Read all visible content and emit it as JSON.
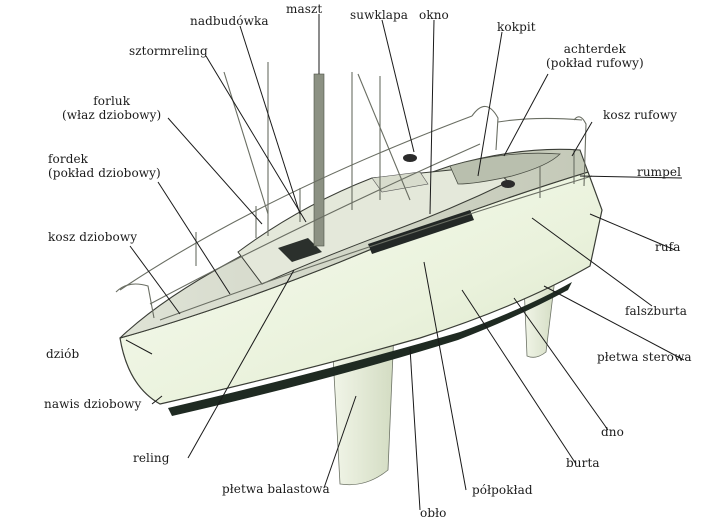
{
  "labels": {
    "maszt": "maszt",
    "nadbudowka": "nadbudówka",
    "suwklapa": "suwklapa",
    "okno": "okno",
    "kokpit": "kokpit",
    "sztormreling": "sztormreling",
    "achterdek_line1": "achterdek",
    "achterdek_line2": "(pokład rufowy)",
    "forluk_line1": "forluk",
    "forluk_line2": "(właz dziobowy)",
    "kosz_rufowy": "kosz rufowy",
    "fordek_line1": "fordek",
    "fordek_line2": "(pokład dziobowy)",
    "rumpel": "rumpel",
    "kosz_dziobowy": "kosz dziobowy",
    "rufa": "rufa",
    "falszburta": "falszburta",
    "dziob": "dziób",
    "pletwa_sterowa": "płetwa sterowa",
    "nawis_dziobowy": "nawis dziobowy",
    "dno": "dno",
    "burta": "burta",
    "reling": "reling",
    "polpoklad": "półpokład",
    "pletwa_balastowa": "płetwa balastowa",
    "oblo": "obło"
  },
  "colors": {
    "hull": "#eef5e2",
    "deck": "#cdd2c3",
    "outline": "#2a2a2a",
    "stripe": "#1f2a22",
    "leader": "#1a1a1a"
  }
}
